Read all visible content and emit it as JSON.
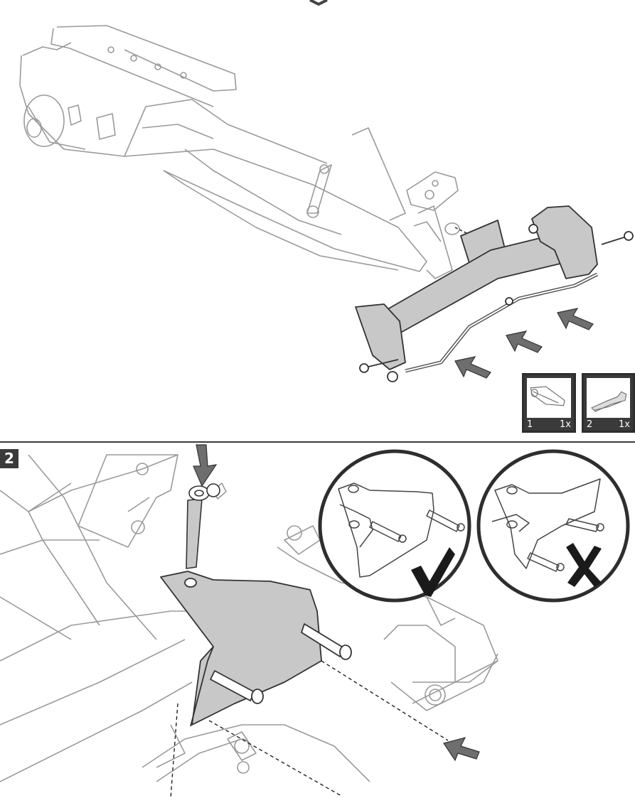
{
  "step1": {
    "parts": [
      {
        "index": "1",
        "quantity": "1x"
      },
      {
        "index": "2",
        "quantity": "1x"
      }
    ]
  },
  "step2": {
    "number": "2",
    "correct_icon": "check-mark-icon",
    "wrong_icon": "cross-mark-icon"
  },
  "colors": {
    "line": "#555555",
    "light_line": "#9a9a9a",
    "part_fill": "#c8c8c8",
    "arrow_fill": "#6e6e6e",
    "badge_bg": "#3a3a3a"
  }
}
